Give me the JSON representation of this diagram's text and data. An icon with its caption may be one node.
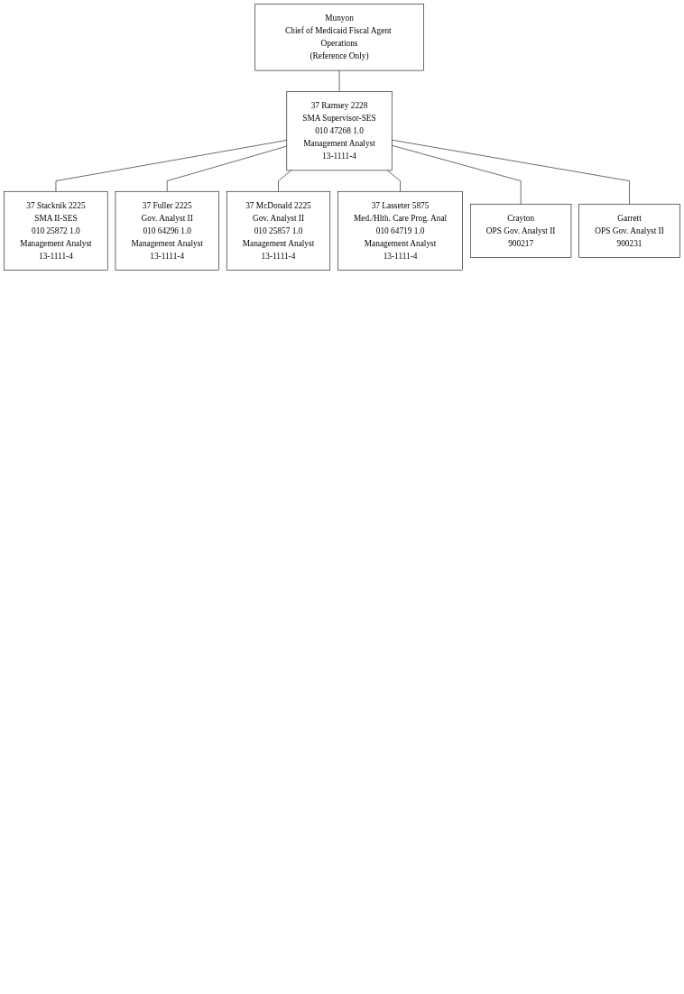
{
  "diagram": {
    "nodes": [
      {
        "text": [
          "Munyon",
          "Chief of Medicaid Fiscal Agent Operations",
          "(Reference Only)"
        ]
      },
      {
        "text": [
          "37 Ramsey 2228",
          "SMA Supervisor-SES",
          "010 47268 1.0",
          "Management Analyst",
          "13-1111-4"
        ]
      },
      {
        "text": [
          "37 Stacknik 2225",
          "SMA II-SES",
          "010 25872 1.0",
          "Management Analyst",
          "13-1111-4"
        ]
      },
      {
        "text": [
          "37 Fuller 2225",
          "Gov. Analyst II",
          "010 64296 1.0",
          "Management Analyst",
          "13-1111-4"
        ]
      },
      {
        "text": [
          "37 McDonald 2225",
          "Gov. Analyst II",
          "010 25857 1.0",
          "Management Analyst",
          "13-1111-4"
        ]
      },
      {
        "text": [
          "37 Lasseter 5875",
          "Med./Hlth. Care Prog. Anal",
          "010 64719 1.0",
          "Management Analyst",
          "13-1111-4"
        ]
      },
      {
        "text": [
          "Crayton",
          "OPS Gov. Analyst II",
          "900217"
        ]
      },
      {
        "text": [
          "Garrett",
          "OPS Gov. Analyst II",
          "900231"
        ]
      }
    ],
    "edges": [
      {
        "from": 0,
        "to": 1,
        "arrow": "none"
      },
      {
        "from": 1,
        "to": 2,
        "arrow": "none"
      },
      {
        "from": 1,
        "to": 3,
        "arrow": "none"
      },
      {
        "from": 1,
        "to": 4,
        "arrow": "none"
      },
      {
        "from": 1,
        "to": 5,
        "arrow": "none"
      },
      {
        "from": 1,
        "to": 6,
        "arrow": "none"
      },
      {
        "from": 1,
        "to": 7,
        "arrow": "none"
      }
    ]
  }
}
